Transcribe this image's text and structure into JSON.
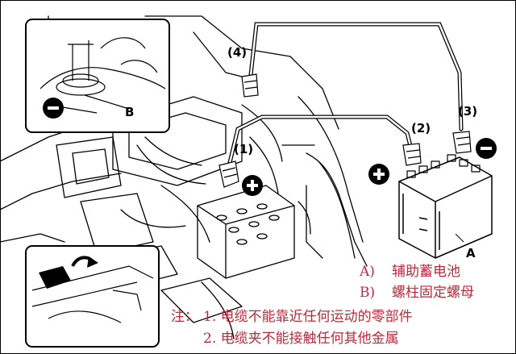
{
  "diagram": {
    "step_labels": [
      "(1)",
      "(2)",
      "(3)",
      "(4)"
    ],
    "callouts": {
      "battery": "A",
      "terminal_nut": "B"
    },
    "polarity": {
      "positive_symbol": "+",
      "negative_symbol": "−"
    },
    "legend": [
      {
        "key": "A)",
        "text": "辅助蓄电池"
      },
      {
        "key": "B)",
        "text": "螺柱固定螺母"
      }
    ],
    "notes": {
      "prefix": "注：",
      "items": [
        "1. 电缆不能靠近任何运动的零部件",
        "2. 电缆夹不能接触任何其他金属"
      ]
    },
    "colors": {
      "annotation_text": "#c0283c",
      "line_art": "#000000",
      "symbol_fill": "#000000"
    }
  }
}
